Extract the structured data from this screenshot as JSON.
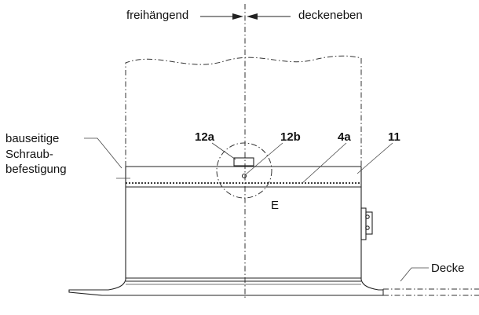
{
  "labels": {
    "freihaengend": "freihängend",
    "deckeneben": "deckeneben",
    "bauseitige_line1": "bauseitige",
    "bauseitige_line2": "Schraub-",
    "bauseitige_line3": "befestigung",
    "callout_12a": "12a",
    "callout_12b": "12b",
    "callout_4a": "4a",
    "callout_11": "11",
    "detail_E": "E",
    "decke": "Decke"
  }
}
